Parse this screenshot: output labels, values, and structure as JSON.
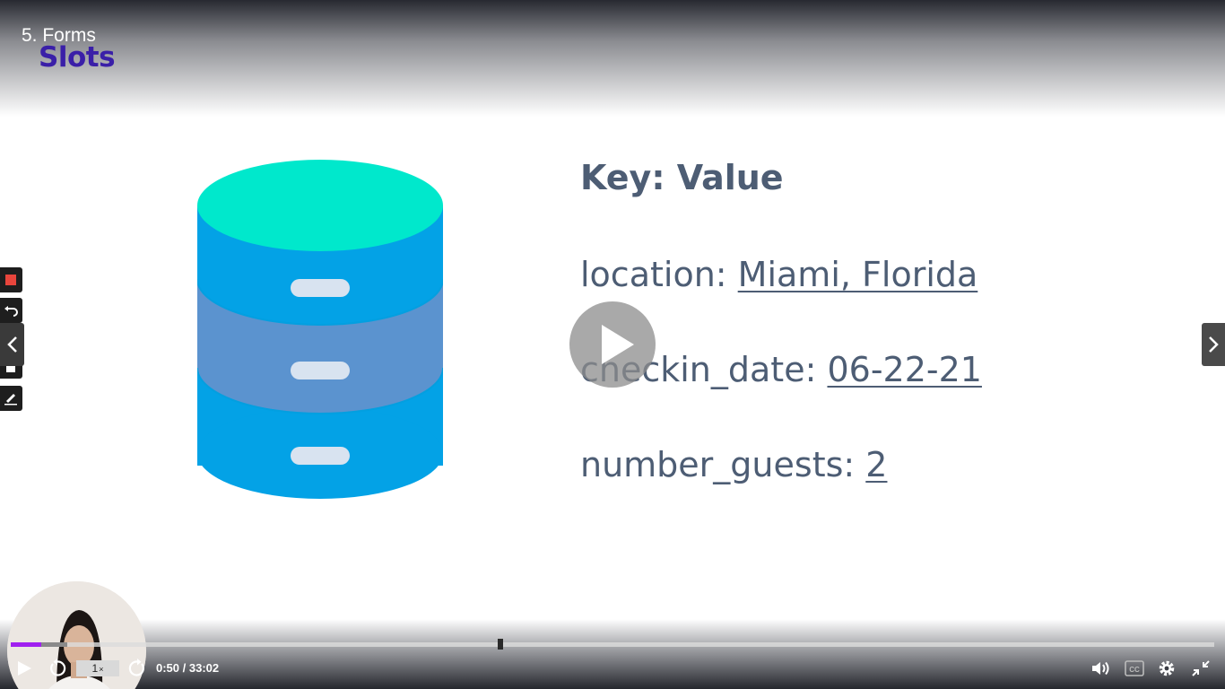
{
  "player": {
    "lecture_title": "5. Forms",
    "slide_subtitle": "Slots",
    "playback_speed": "1",
    "speed_suffix": "×",
    "time_current": "0:50",
    "time_total": "33:02",
    "time_separator": " / ",
    "progress_played_fraction": 0.025,
    "progress_buffered_fraction": 0.047,
    "accent_color": "#a020f0"
  },
  "slide": {
    "heading": "Key: Value",
    "rows": [
      {
        "key": "location: ",
        "value": "Miami, Florida"
      },
      {
        "key": "checkin_date: ",
        "value": "06-22-21"
      },
      {
        "key": "number_guests: ",
        "value": "2"
      }
    ],
    "colors": {
      "text": "#4d5d74",
      "subtitle": "#3a1fa8",
      "db_top": "#00e8cc",
      "db_body": "#03a2e6",
      "db_middle": "#5b93cf",
      "db_slot": "#d8e3f0"
    }
  },
  "icons": {
    "big_play": "play-icon",
    "annotation": [
      "stop-icon",
      "undo-icon",
      "trash-icon",
      "pen-icon"
    ],
    "controls": [
      "play-icon",
      "rewind-icon",
      "forward-icon",
      "volume-icon",
      "captions-icon",
      "gear-icon",
      "exit-fullscreen-icon"
    ],
    "nav": [
      "chevron-left-icon",
      "chevron-right-icon"
    ]
  }
}
